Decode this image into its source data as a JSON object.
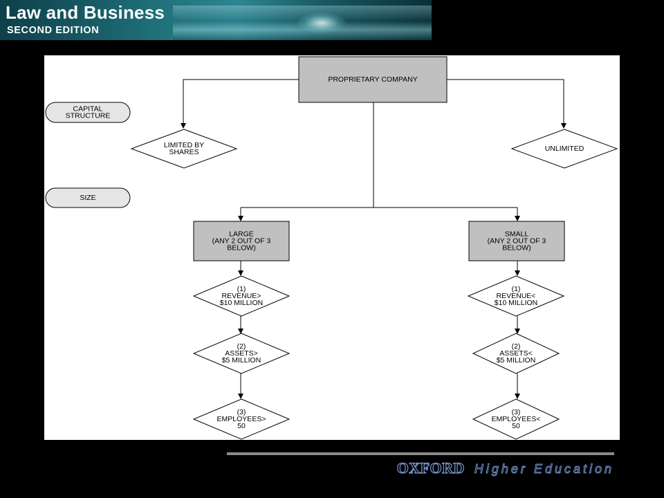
{
  "header": {
    "title": "Law and Business",
    "subtitle": "SECOND EDITION"
  },
  "diagram": {
    "root": "PROPRIETARY COMPANY",
    "labels": {
      "capital_structure": [
        "CAPITAL",
        "STRUCTURE"
      ],
      "size": [
        "SIZE"
      ]
    },
    "capital_structure": {
      "left": [
        "LIMITED BY",
        "SHARES"
      ],
      "right": [
        "UNLIMITED"
      ]
    },
    "size": {
      "large": {
        "title": [
          "LARGE",
          "(ANY 2 OUT OF 3",
          "BELOW)"
        ],
        "criteria": [
          [
            "(1)",
            "REVENUE>",
            "$10 MILLION"
          ],
          [
            "(2)",
            "ASSETS>",
            "$5 MILLION"
          ],
          [
            "(3)",
            "EMPLOYEES>",
            "50"
          ]
        ]
      },
      "small": {
        "title": [
          "SMALL",
          "(ANY 2 OUT OF 3",
          "BELOW)"
        ],
        "criteria": [
          [
            "(1)",
            "REVENUE<",
            "$10 MILLION"
          ],
          [
            "(2)",
            "ASSETS<",
            "$5 MILLION"
          ],
          [
            "(3)",
            "EMPLOYEES<",
            "50"
          ]
        ]
      }
    },
    "colors": {
      "box_fill": "#c0c0c0",
      "pill_fill": "#e6e6e6",
      "diamond_fill": "#ffffff",
      "line": "#000000"
    }
  },
  "footer": {
    "brand": "OXFORD",
    "tagline": "Higher Education"
  }
}
